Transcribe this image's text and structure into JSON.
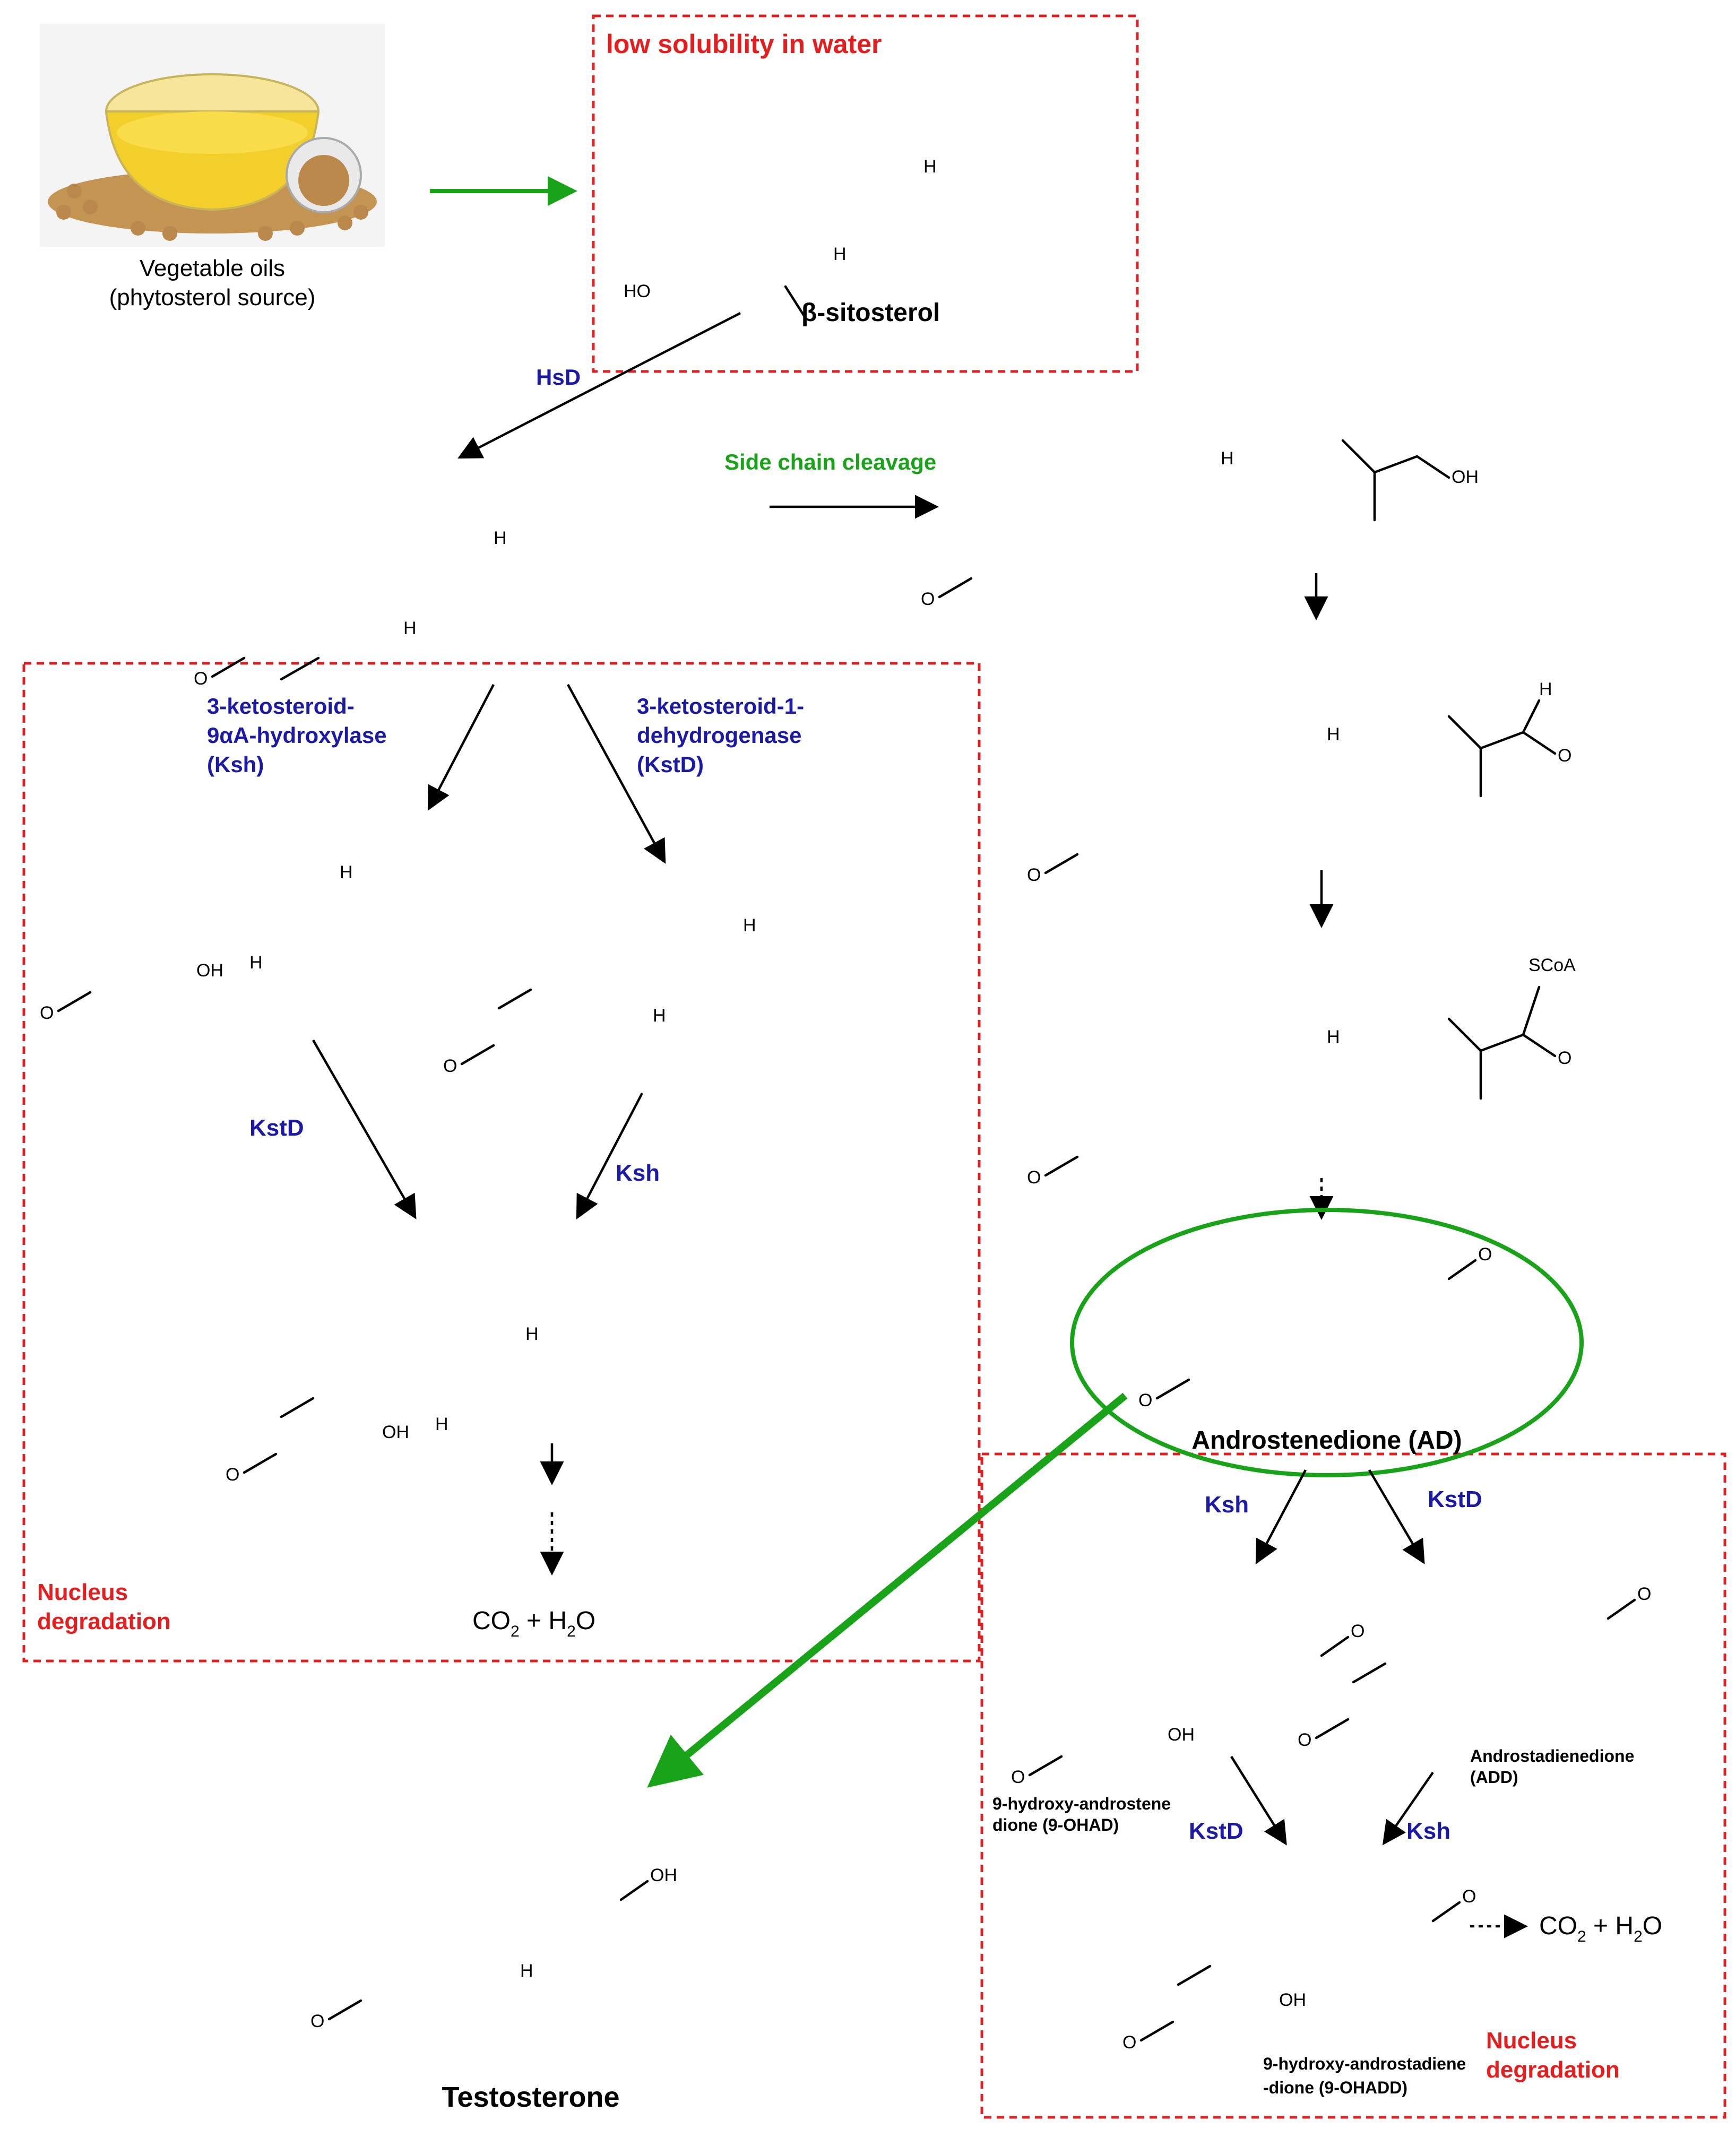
{
  "source": {
    "caption_line1": "Vegetable oils",
    "caption_line2": "(phytosterol source)"
  },
  "boxes": {
    "solubility_note": "low solubility in water",
    "nucleus_degradation_left_1": "Nucleus",
    "nucleus_degradation_left_2": "degradation",
    "nucleus_degradation_right_1": "Nucleus",
    "nucleus_degradation_right_2": "degradation"
  },
  "compounds": {
    "sitosterol": "β-sitosterol",
    "androstenedione": "Androstenedione (AD)",
    "testosterone": "Testosterone",
    "add_line1": "Androstadienedione",
    "add_line2": "(ADD)",
    "ohad_line1": "9-hydroxy-androstene",
    "ohad_line2": "dione (9-OHAD)",
    "ohadd_line1": "9-hydroxy-androstadiene",
    "ohadd_line2": "-dione (9-OHADD)"
  },
  "enzymes": {
    "hsd": "HsD",
    "side_chain": "Side chain cleavage",
    "ksh_full_1": "3-ketosteroid-",
    "ksh_full_2": "9αA-hydroxylase",
    "ksh_full_3": "(Ksh)",
    "kstd_full_1": "3-ketosteroid-1-",
    "kstd_full_2": "dehydrogenase",
    "kstd_full_3": "(KstD)",
    "kstd": "KstD",
    "ksh": "Ksh"
  },
  "products": {
    "co2": "CO",
    "sub2": "2",
    "plus_h2o": " + H",
    "o": "O"
  },
  "atoms": {
    "ho": "HO",
    "oh": "OH",
    "h": "H",
    "o": "O",
    "scoa": "SCoA"
  },
  "colors": {
    "enzyme_blue": "#1a1aa6",
    "note_red": "#e41e1e",
    "green": "#19a319",
    "box_red": "#e02020",
    "oil_yellow": "#f2cf2a",
    "bean_brown": "#b9884a"
  }
}
